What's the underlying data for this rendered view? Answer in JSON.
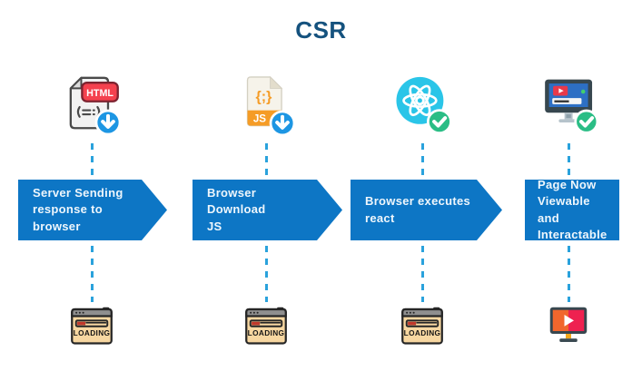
{
  "title": "CSR",
  "colors": {
    "banner_blue": "#0d76c5",
    "dash_blue": "#2aa2dc",
    "title_blue": "#15527e",
    "download_badge_blue": "#1d96e3",
    "check_badge_green": "#2abd85",
    "react_cyan": "#2ac5e8",
    "html_badge_red": "#f4414e",
    "js_orange": "#f59c26",
    "loading_window_tan": "#f7d7a1"
  },
  "steps": [
    {
      "label": "Server Sending\nresponse to browser",
      "top_icon": "html-file-download",
      "bottom_icon": "loading-window"
    },
    {
      "label": "Browser Download\nJS",
      "top_icon": "js-file-download",
      "bottom_icon": "loading-window"
    },
    {
      "label": "Browser executes\nreact",
      "top_icon": "react-done",
      "bottom_icon": "loading-window"
    },
    {
      "label": "Page Now\nViewable and\nInteractable",
      "top_icon": "monitor-done",
      "bottom_icon": "video-player-monitor"
    }
  ],
  "icons": {
    "html_badge": "HTML",
    "js_code_glyph": "{;}",
    "js_badge": "JS",
    "loading_label": "LOADING"
  }
}
